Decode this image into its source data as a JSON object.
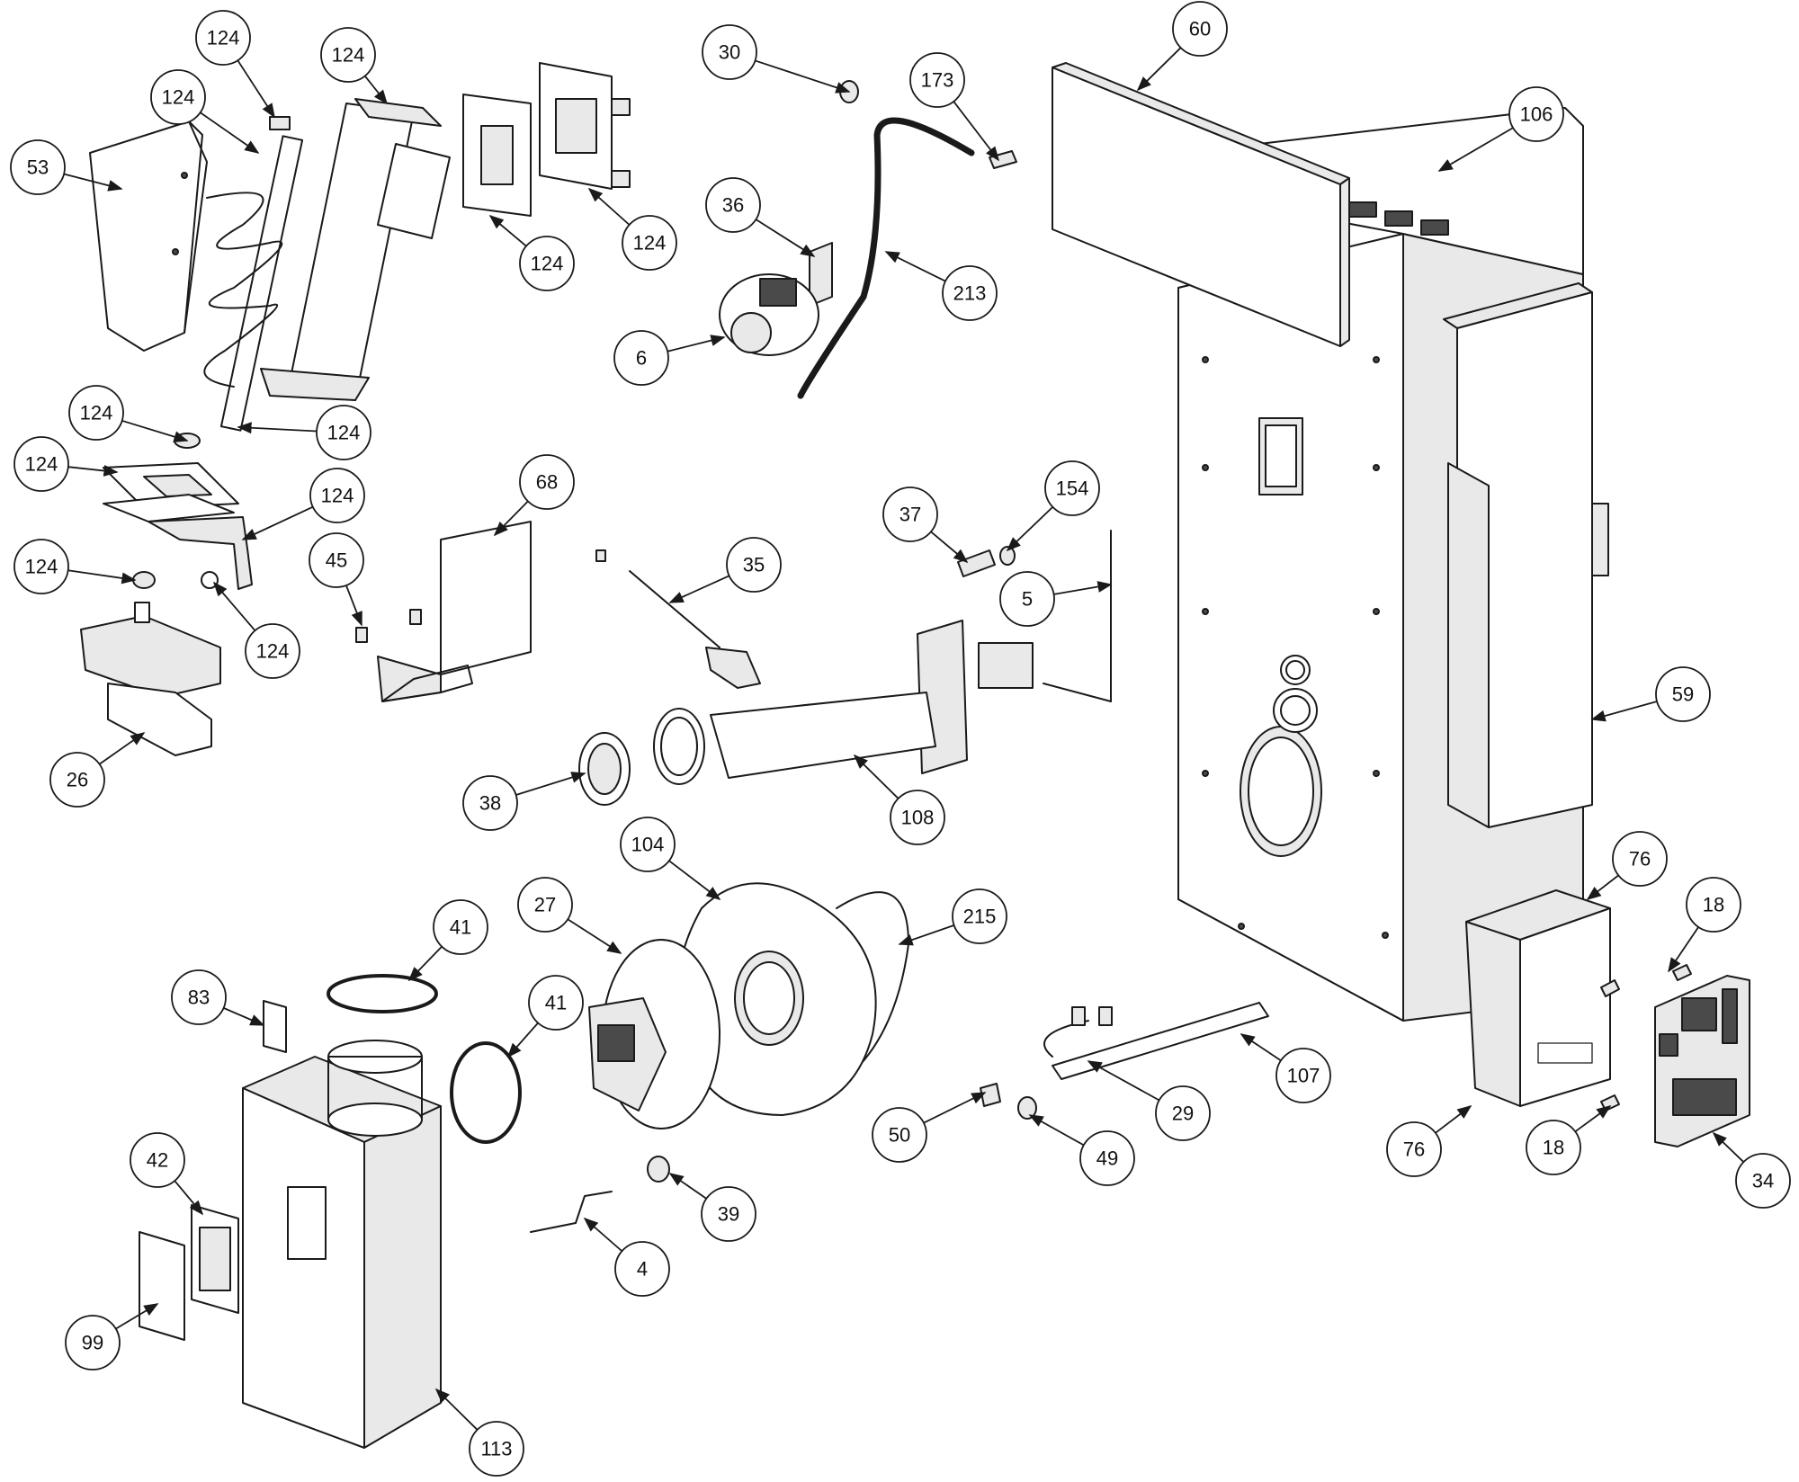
{
  "diagram": {
    "type": "exploded-parts-view",
    "callouts": [
      {
        "key": "c-60",
        "label": "60"
      },
      {
        "key": "c-106",
        "label": "106"
      },
      {
        "key": "c-59",
        "label": "59"
      },
      {
        "key": "c-76a",
        "label": "76"
      },
      {
        "key": "c-76b",
        "label": "76"
      },
      {
        "key": "c-18a",
        "label": "18"
      },
      {
        "key": "c-18b",
        "label": "18"
      },
      {
        "key": "c-34",
        "label": "34"
      },
      {
        "key": "c-30",
        "label": "30"
      },
      {
        "key": "c-173",
        "label": "173"
      },
      {
        "key": "c-36",
        "label": "36"
      },
      {
        "key": "c-213",
        "label": "213"
      },
      {
        "key": "c-6",
        "label": "6"
      },
      {
        "key": "c-53",
        "label": "53"
      },
      {
        "key": "c-124a",
        "label": "124"
      },
      {
        "key": "c-124b",
        "label": "124"
      },
      {
        "key": "c-124c",
        "label": "124"
      },
      {
        "key": "c-124d",
        "label": "124"
      },
      {
        "key": "c-124e",
        "label": "124"
      },
      {
        "key": "c-124f",
        "label": "124"
      },
      {
        "key": "c-124g",
        "label": "124"
      },
      {
        "key": "c-124h",
        "label": "124"
      },
      {
        "key": "c-124i",
        "label": "124"
      },
      {
        "key": "c-124j",
        "label": "124"
      },
      {
        "key": "c-124k",
        "label": "124"
      },
      {
        "key": "c-124l",
        "label": "124"
      },
      {
        "key": "c-26",
        "label": "26"
      },
      {
        "key": "c-68",
        "label": "68"
      },
      {
        "key": "c-45",
        "label": "45"
      },
      {
        "key": "c-35",
        "label": "35"
      },
      {
        "key": "c-37",
        "label": "37"
      },
      {
        "key": "c-154",
        "label": "154"
      },
      {
        "key": "c-5",
        "label": "5"
      },
      {
        "key": "c-38",
        "label": "38"
      },
      {
        "key": "c-108",
        "label": "108"
      },
      {
        "key": "c-104",
        "label": "104"
      },
      {
        "key": "c-27",
        "label": "27"
      },
      {
        "key": "c-215",
        "label": "215"
      },
      {
        "key": "c-41a",
        "label": "41"
      },
      {
        "key": "c-41b",
        "label": "41"
      },
      {
        "key": "c-83",
        "label": "83"
      },
      {
        "key": "c-42",
        "label": "42"
      },
      {
        "key": "c-99",
        "label": "99"
      },
      {
        "key": "c-113",
        "label": "113"
      },
      {
        "key": "c-4",
        "label": "4"
      },
      {
        "key": "c-39",
        "label": "39"
      },
      {
        "key": "c-107",
        "label": "107"
      },
      {
        "key": "c-29",
        "label": "29"
      },
      {
        "key": "c-50",
        "label": "50"
      },
      {
        "key": "c-49",
        "label": "49"
      }
    ]
  }
}
